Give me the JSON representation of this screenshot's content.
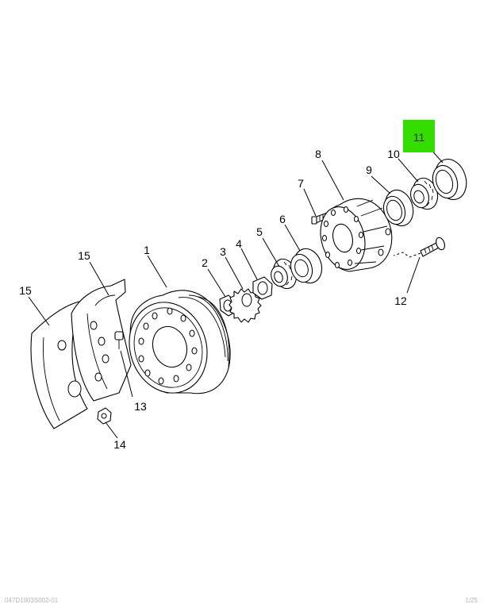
{
  "diagram": {
    "callouts": [
      "1",
      "2",
      "3",
      "4",
      "5",
      "6",
      "7",
      "8",
      "9",
      "10",
      "11",
      "12",
      "13",
      "14",
      "15",
      "15"
    ],
    "highlighted_callout": "11",
    "highlight_color": "#33dd00",
    "line_color": "#000000"
  },
  "footer": {
    "left": "047D1903S002-01",
    "right": "1/25"
  }
}
